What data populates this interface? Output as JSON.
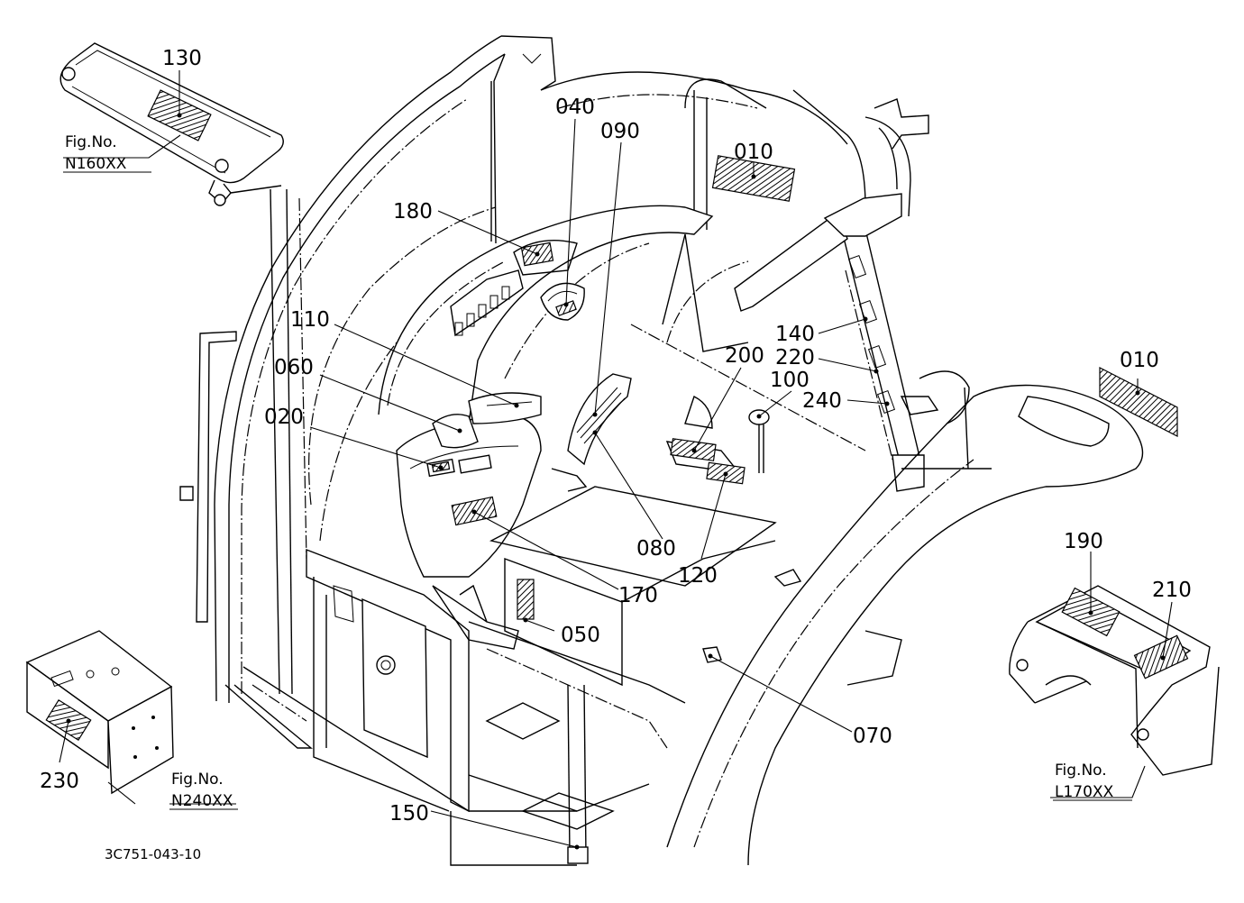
{
  "diagram": {
    "part_labels": {
      "p130": "130",
      "p040": "040",
      "p090": "090",
      "p010a": "010",
      "p180": "180",
      "p110": "110",
      "p060": "060",
      "p020": "020",
      "p140": "140",
      "p220": "220",
      "p200": "200",
      "p100": "100",
      "p240": "240",
      "p010b": "010",
      "p080": "080",
      "p120": "120",
      "p170": "170",
      "p050": "050",
      "p190": "190",
      "p210": "210",
      "p070": "070",
      "p230": "230",
      "p150": "150"
    },
    "figure_refs": {
      "n160_caption": "Fig.No.",
      "n160_code": "N160XX",
      "n240_caption": "Fig.No.",
      "n240_code": "N240XX",
      "l170_caption": "Fig.No.",
      "l170_code": "L170XX"
    },
    "drawing_code": "3C751-043-10"
  }
}
